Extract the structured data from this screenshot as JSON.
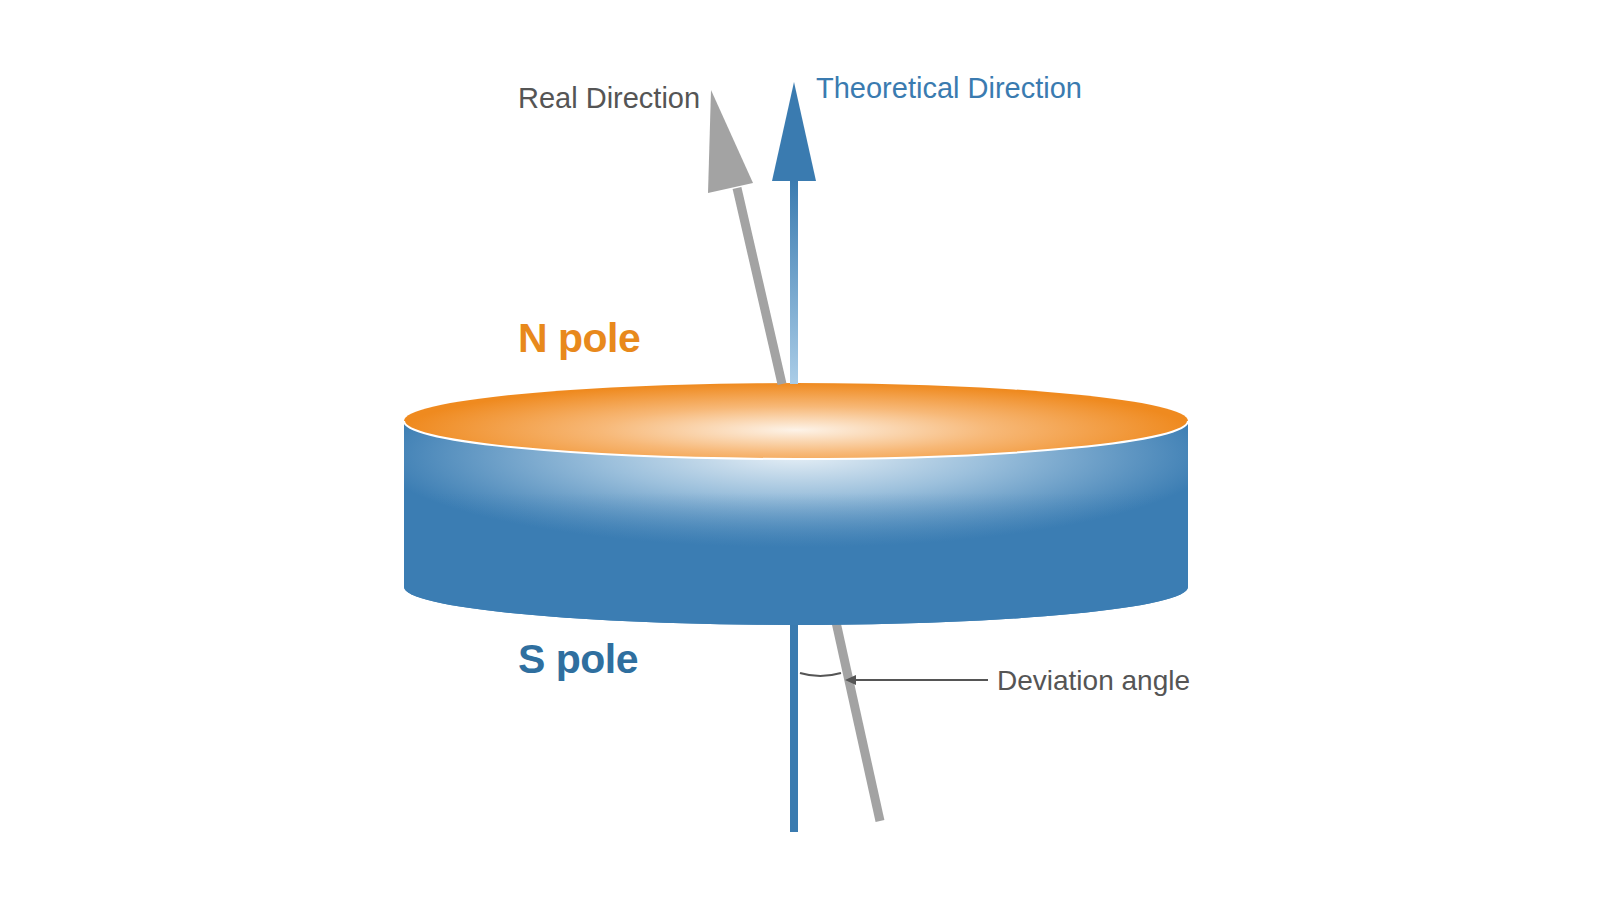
{
  "diagram": {
    "labels": [
      "Real Direction",
      "Theoretical Direction",
      "N pole",
      "S pole",
      "Deviation angle"
    ]
  }
}
